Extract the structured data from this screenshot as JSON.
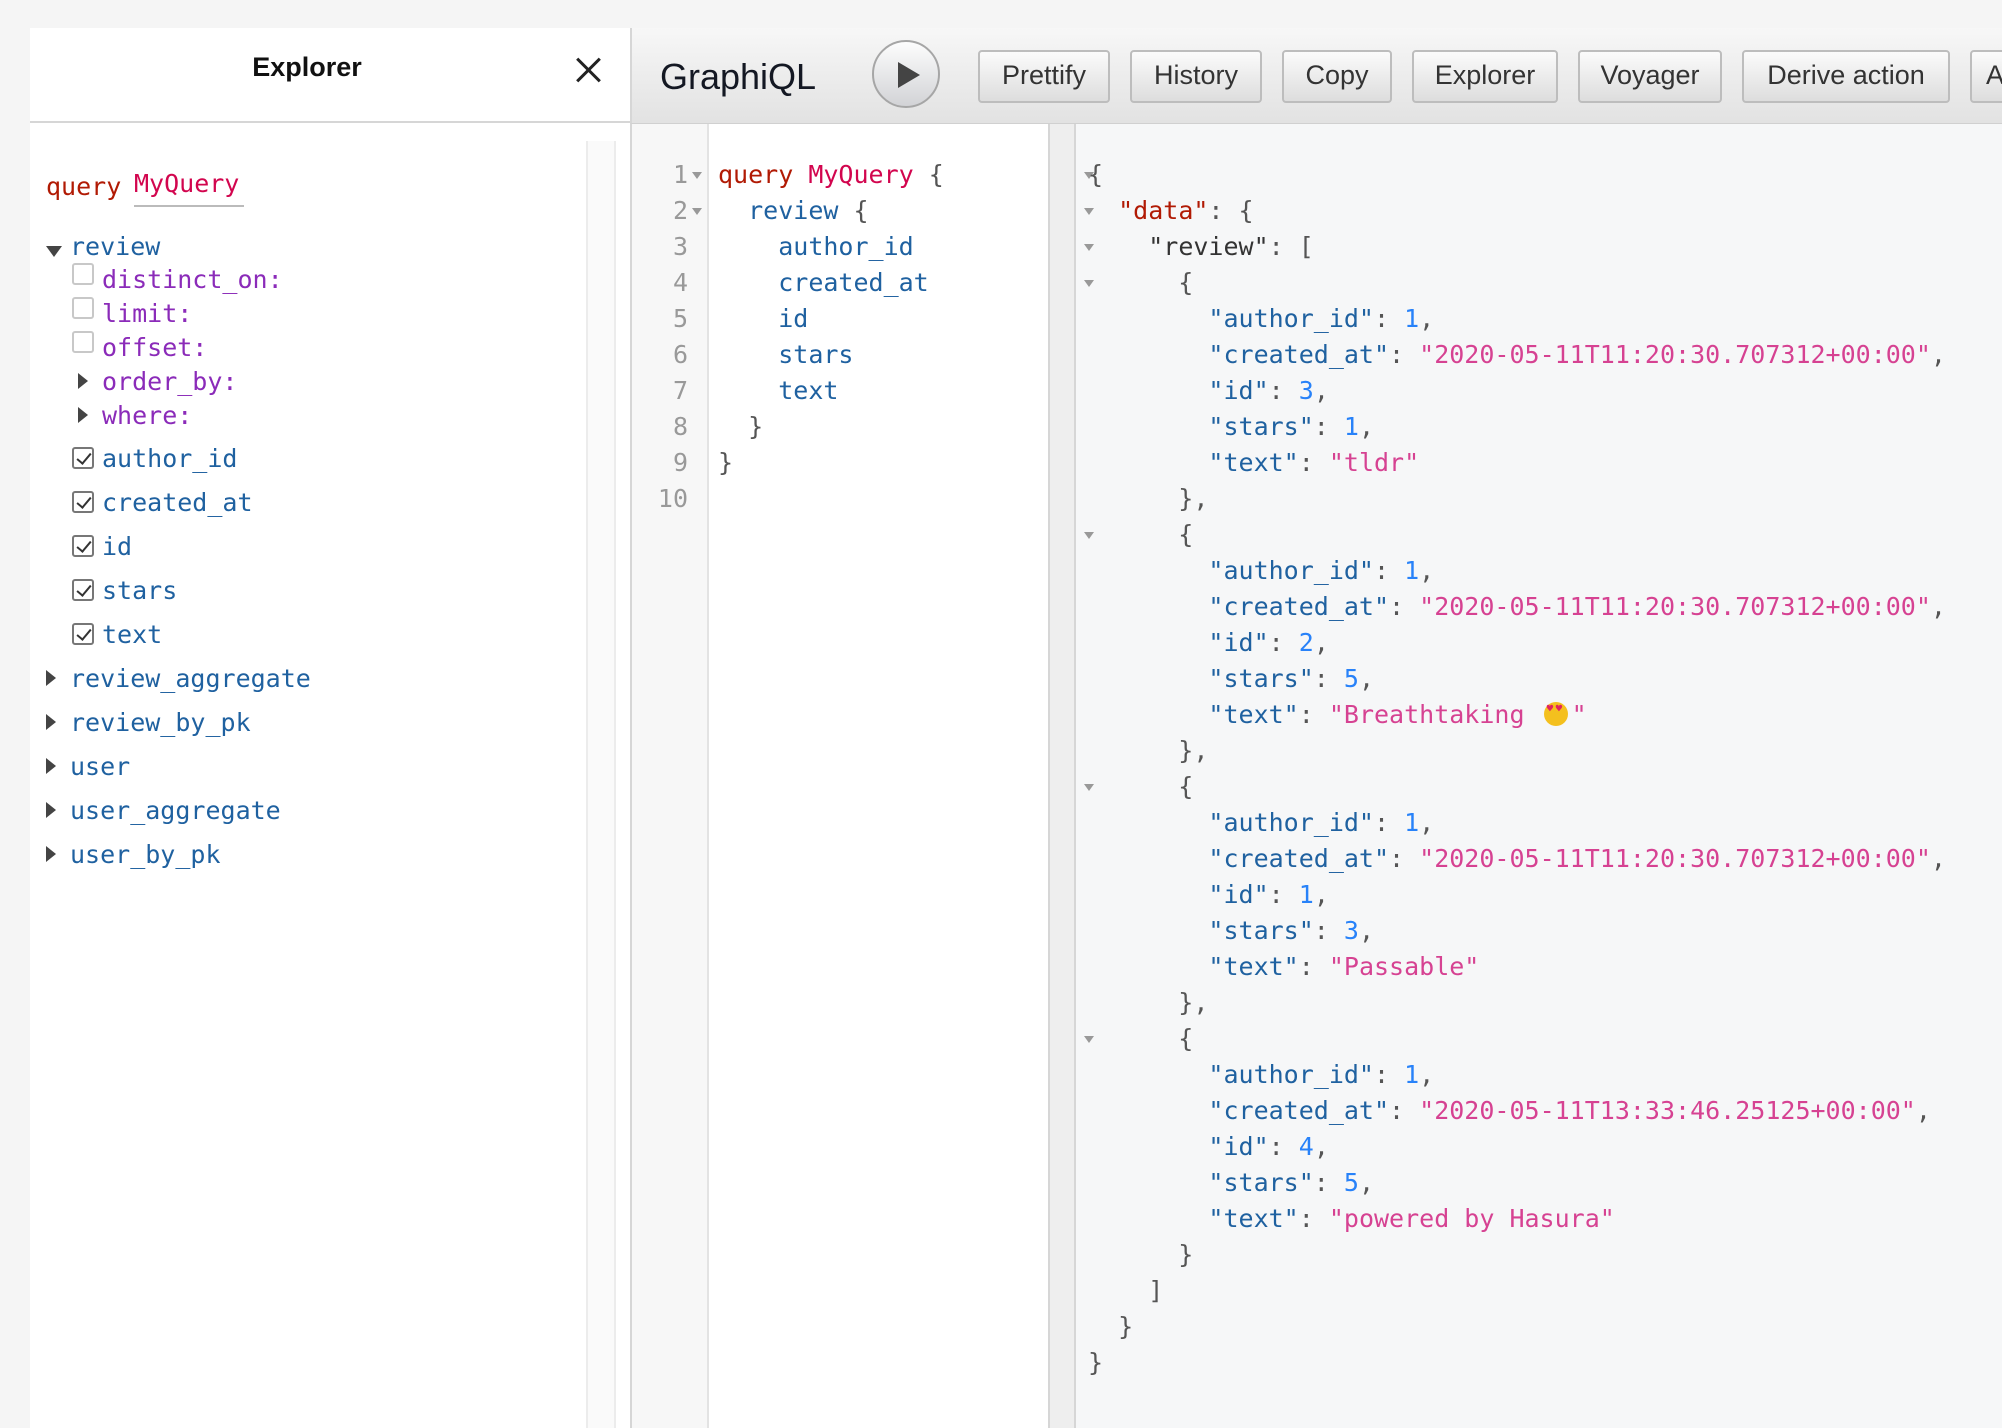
{
  "explorer": {
    "title": "Explorer",
    "query_keyword": "query",
    "query_name": "MyQuery",
    "tree": {
      "review": "review",
      "args": [
        "distinct_on:",
        "limit:",
        "offset:"
      ],
      "expand_args": [
        "order_by:",
        "where:"
      ],
      "fields": [
        "author_id",
        "created_at",
        "id",
        "stars",
        "text"
      ],
      "others": [
        "review_aggregate",
        "review_by_pk",
        "user",
        "user_aggregate",
        "user_by_pk"
      ]
    }
  },
  "toolbar": {
    "title": "GraphiQL",
    "buttons": [
      "Prettify",
      "History",
      "Copy",
      "Explorer",
      "Voyager",
      "Derive action",
      "A"
    ]
  },
  "editor": {
    "line_numbers": [
      "1",
      "2",
      "3",
      "4",
      "5",
      "6",
      "7",
      "8",
      "9",
      "10"
    ],
    "query_keyword": "query",
    "query_name": "MyQuery",
    "root_field": "review",
    "fields": [
      "author_id",
      "created_at",
      "id",
      "stars",
      "text"
    ]
  },
  "result": {
    "data_key": "\"data\"",
    "review_key": "\"review\"",
    "rows": [
      {
        "author_id": "1",
        "created_at": "\"2020-05-11T11:20:30.707312+00:00\"",
        "id": "3",
        "stars": "1",
        "text": "\"tldr\""
      },
      {
        "author_id": "1",
        "created_at": "\"2020-05-11T11:20:30.707312+00:00\"",
        "id": "2",
        "stars": "5",
        "text": "\"Breathtaking ",
        "text_emoji": "heart-eyes-emoji",
        "text_end": "\""
      },
      {
        "author_id": "1",
        "created_at": "\"2020-05-11T11:20:30.707312+00:00\"",
        "id": "1",
        "stars": "3",
        "text": "\"Passable\""
      },
      {
        "author_id": "1",
        "created_at": "\"2020-05-11T13:33:46.25125+00:00\"",
        "id": "4",
        "stars": "5",
        "text": "\"powered by Hasura\""
      }
    ],
    "keys": {
      "author_id": "\"author_id\"",
      "created_at": "\"created_at\"",
      "id": "\"id\"",
      "stars": "\"stars\"",
      "text": "\"text\""
    }
  },
  "colors": {
    "keyword": "#b11a04",
    "definition": "#d2054e",
    "field": "#1f61a0",
    "argument": "#8b2bb9",
    "string": "#d64292",
    "number": "#2882f9"
  }
}
